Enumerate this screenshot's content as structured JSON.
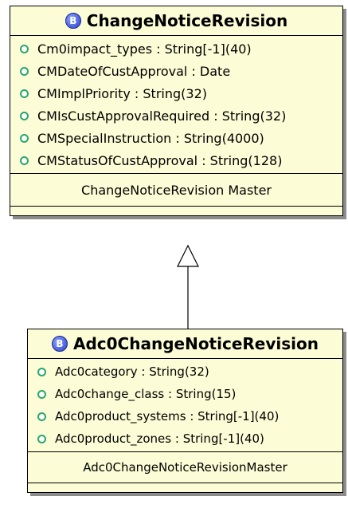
{
  "parent_class": {
    "name": "ChangeNoticeRevision",
    "icon": "class-icon-B",
    "icon_letter": "B",
    "attributes": [
      "Cm0impact_types : String[-1](40)",
      "CMDateOfCustApproval : Date",
      "CMImplPriority : String(32)",
      "CMIsCustApprovalRequired : String(32)",
      "CMSpecialInstruction : String(4000)",
      "CMStatusOfCustApproval : String(128)"
    ],
    "section": "ChangeNoticeRevision Master"
  },
  "child_class": {
    "name": "Adc0ChangeNoticeRevision",
    "icon": "class-icon-B",
    "icon_letter": "B",
    "attributes": [
      "Adc0category : String(32)",
      "Adc0change_class : String(15)",
      "Adc0product_systems : String[-1](40)",
      "Adc0product_zones : String[-1](40)"
    ],
    "section": "Adc0ChangeNoticeRevisionMaster"
  },
  "relationship": {
    "type": "generalization",
    "from": "Adc0ChangeNoticeRevision",
    "to": "ChangeNoticeRevision"
  },
  "colors": {
    "class_fill": "#fcfcd6",
    "attribute_icon": "#2aa86a",
    "class_icon": "#2a3fcf",
    "shadow": "#8c8c8c"
  }
}
